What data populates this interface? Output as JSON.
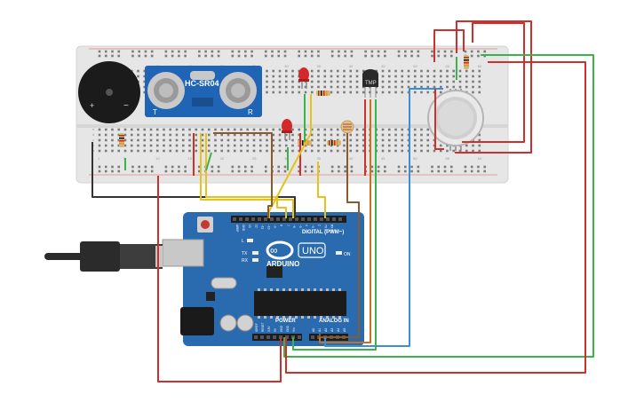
{
  "sensor": {
    "model": "HC-SR04",
    "pin_t": "T",
    "pin_r": "R"
  },
  "buzzer": {
    "plus": "+",
    "minus": "−"
  },
  "temp_sensor": {
    "label": "TMP"
  },
  "breadboard": {
    "col_numbers": [
      "1",
      "5",
      "10",
      "15",
      "20",
      "25",
      "30",
      "35",
      "40",
      "45",
      "50",
      "55",
      "60"
    ],
    "row_letters_top": [
      "j",
      "i",
      "h",
      "g",
      "f"
    ],
    "row_letters_bottom": [
      "e",
      "d",
      "c",
      "b",
      "a"
    ]
  },
  "arduino": {
    "brand": "ARDUINO",
    "model": "UNO",
    "digital_label": "DIGITAL (PWM~)",
    "power_label": "POWER",
    "analog_label": "ANALOG IN",
    "on_label": "ON",
    "led_l": "L",
    "led_tx": "TX",
    "led_rx": "RX",
    "aref": "AREF",
    "gnd": "GND",
    "digital_pins": [
      "13",
      "12",
      "~11",
      "~10",
      "~9",
      "8",
      "7",
      "~6",
      "~5",
      "4",
      "~3",
      "2",
      "TX 1",
      "RX 0"
    ],
    "power_pins": [
      "IOREF",
      "RESET",
      "3.3V",
      "5V",
      "GND",
      "GND",
      "Vin"
    ],
    "analog_pins": [
      "A0",
      "A1",
      "A2",
      "A3",
      "A4",
      "A5"
    ]
  },
  "colors": {
    "breadboard": "#e7e7e7",
    "board": "#2a6bb0",
    "wire_red": "#d0302c",
    "wire_black": "#333333",
    "wire_yellow": "#e6c21c",
    "wire_green": "#3bb34a",
    "wire_orange": "#c9721d",
    "wire_brown": "#8b5a2b",
    "wire_blue": "#3a8fd8"
  }
}
